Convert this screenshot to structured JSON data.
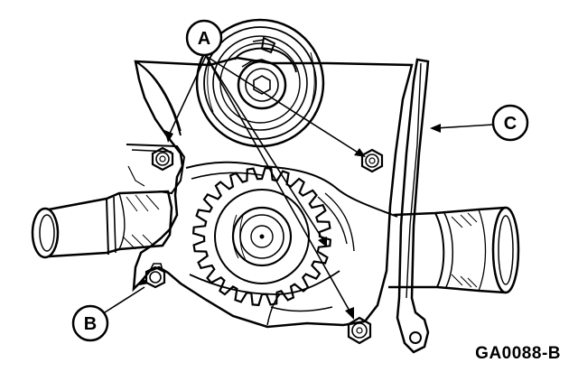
{
  "callouts": {
    "a": "A",
    "b": "B",
    "c": "C"
  },
  "figure_code": "GA0088-B",
  "icons": {
    "housing": "water-pump-housing-icon",
    "pulley": "pulley-icon",
    "sprocket": "sprocket-icon",
    "bolt": "bolt-icon",
    "stud": "stud-icon",
    "gasket": "gasket-icon"
  },
  "colors": {
    "ink": "#000000",
    "paper": "#ffffff"
  }
}
